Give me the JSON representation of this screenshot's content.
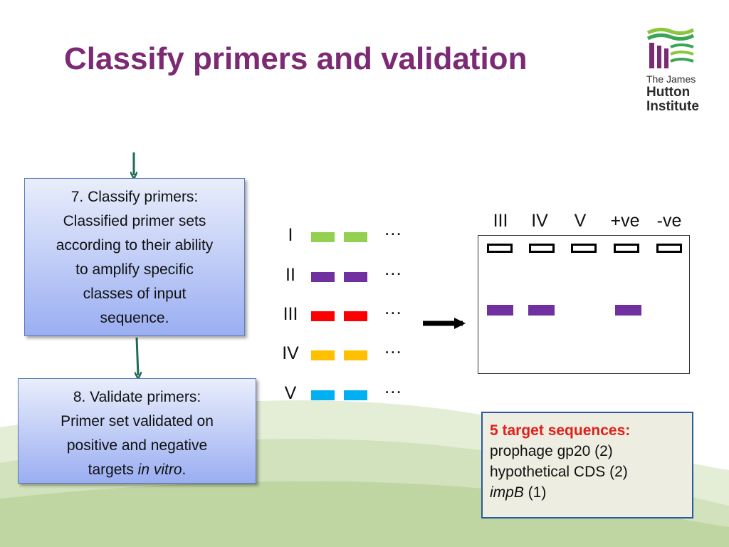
{
  "title": "Classify primers and validation",
  "logo": {
    "line1": "The James",
    "line2": "Hutton",
    "line3": "Institute"
  },
  "step7": {
    "lines": [
      "7. Classify primers:",
      "Classified primer sets",
      "according to their ability",
      "to amplify specific",
      "classes of input",
      "sequence."
    ]
  },
  "step8": {
    "lines": [
      "8. Validate primers:",
      "Primer set validated on",
      "positive and negative"
    ],
    "last_prefix": "targets ",
    "last_italic": "in vitro",
    "last_suffix": "."
  },
  "primer_rows": [
    {
      "label": "I",
      "color": "#92d050",
      "dots": "..."
    },
    {
      "label": "II",
      "color": "#7030a0",
      "dots": "..."
    },
    {
      "label": "III",
      "color": "#ff0000",
      "dots": "..."
    },
    {
      "label": "IV",
      "color": "#ffc000",
      "dots": "..."
    },
    {
      "label": "V",
      "color": "#00b0f0",
      "dots": "..."
    }
  ],
  "gel": {
    "lanes": [
      {
        "label": "III",
        "band": true
      },
      {
        "label": "IV",
        "band": true
      },
      {
        "label": "V",
        "band": false
      },
      {
        "label": "+ve",
        "band": true
      },
      {
        "label": "-ve",
        "band": false
      }
    ],
    "band_color": "#7030a0"
  },
  "info": {
    "heading": "5 target sequences:",
    "line1": "prophage gp20 (2)",
    "line2": "hypothetical CDS (2)",
    "line3_italic": "impB",
    "line3_suffix": " (1)"
  },
  "colors": {
    "title": "#7b2a73",
    "arrow": "#1f6b5a"
  }
}
